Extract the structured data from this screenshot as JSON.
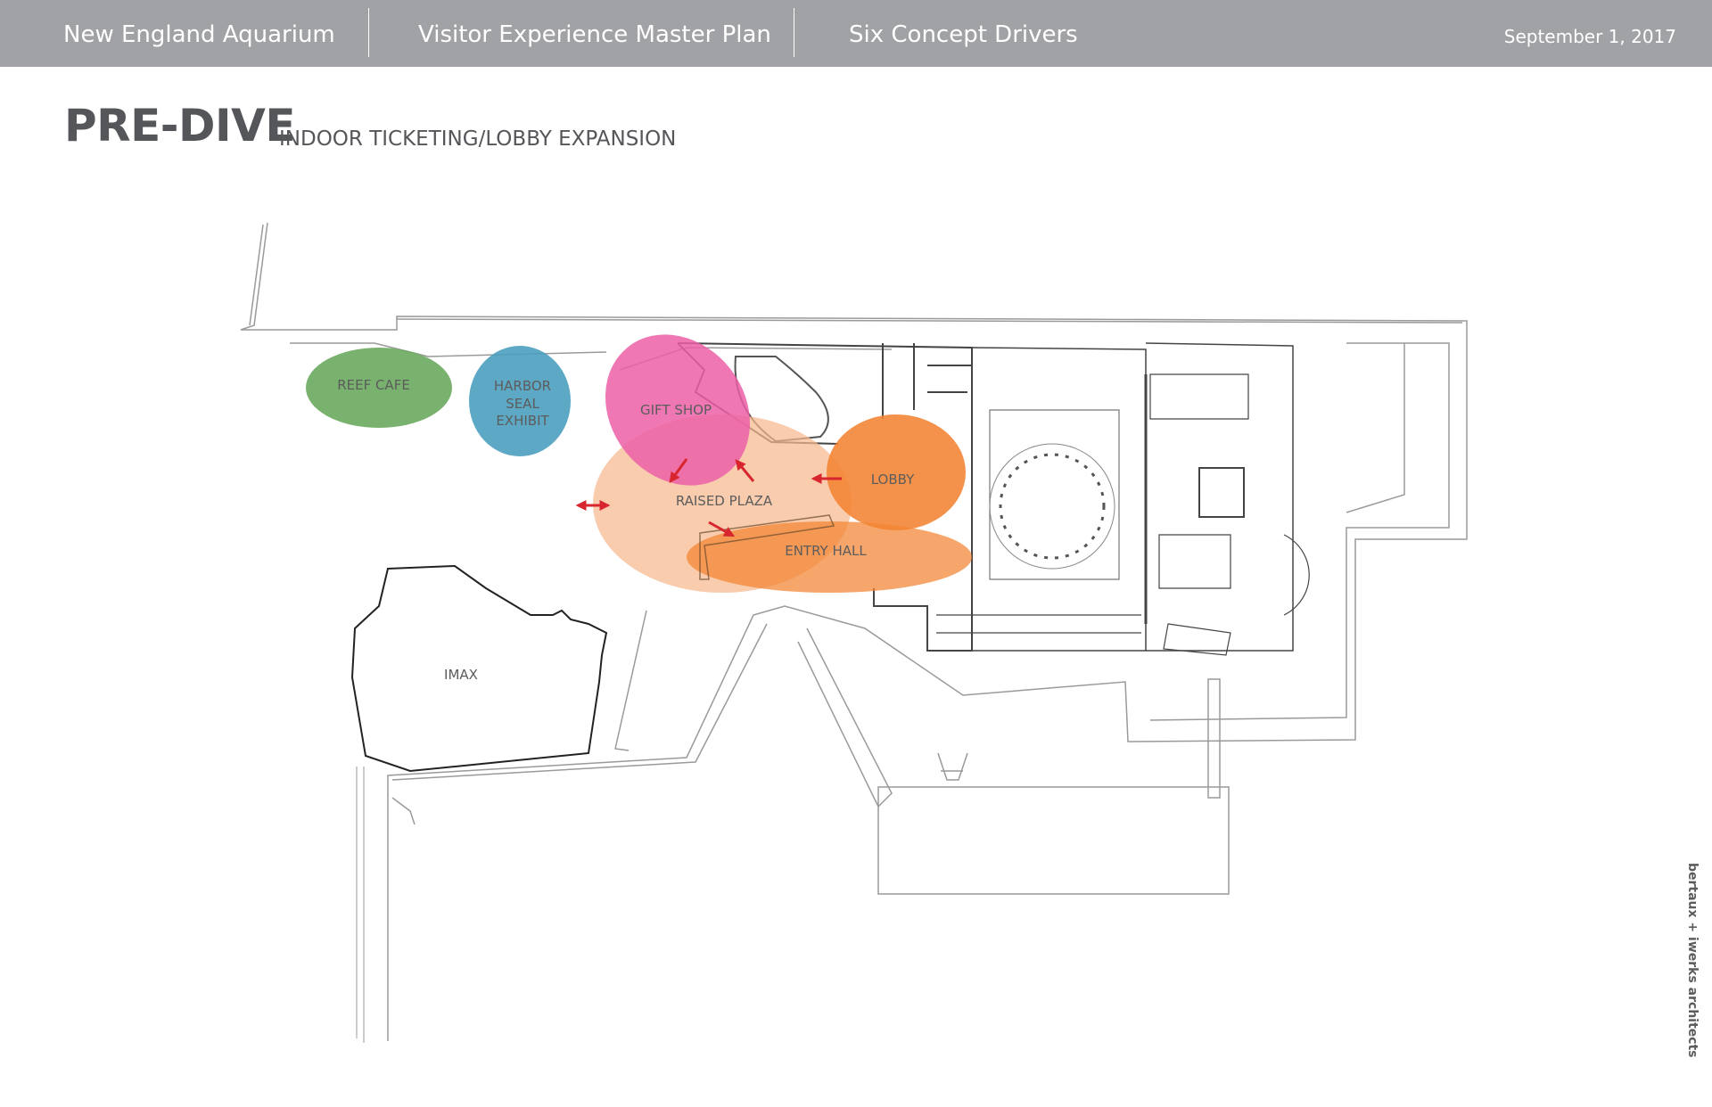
{
  "header": {
    "client": "New England Aquarium",
    "project": "Visitor Experience Master Plan",
    "section": "Six Concept Drivers",
    "date": "September 1, 2017"
  },
  "page": {
    "title": "PRE-DIVE",
    "subtitle": "INDOOR TICKETING/LOBBY EXPANSION"
  },
  "zones": {
    "reef_cafe": {
      "label": "REEF CAFE",
      "color": "#6aaa5e"
    },
    "harbor_seal": {
      "lines": [
        "HARBOR",
        "SEAL",
        "EXHIBIT"
      ],
      "color": "#4a9fbf"
    },
    "gift_shop": {
      "label": "GIFT SHOP",
      "color": "#ec5fa7"
    },
    "raised_plaza": {
      "label": "RAISED PLAZA",
      "color": "#f7b98f"
    },
    "lobby": {
      "label": "LOBBY",
      "color": "#f28332"
    },
    "entry_hall": {
      "label": "ENTRY HALL",
      "color": "#f28332"
    },
    "imax": {
      "label": "IMAX"
    }
  },
  "arrow_color": "#d7262e",
  "credit": "bertaux + iwerks architects"
}
